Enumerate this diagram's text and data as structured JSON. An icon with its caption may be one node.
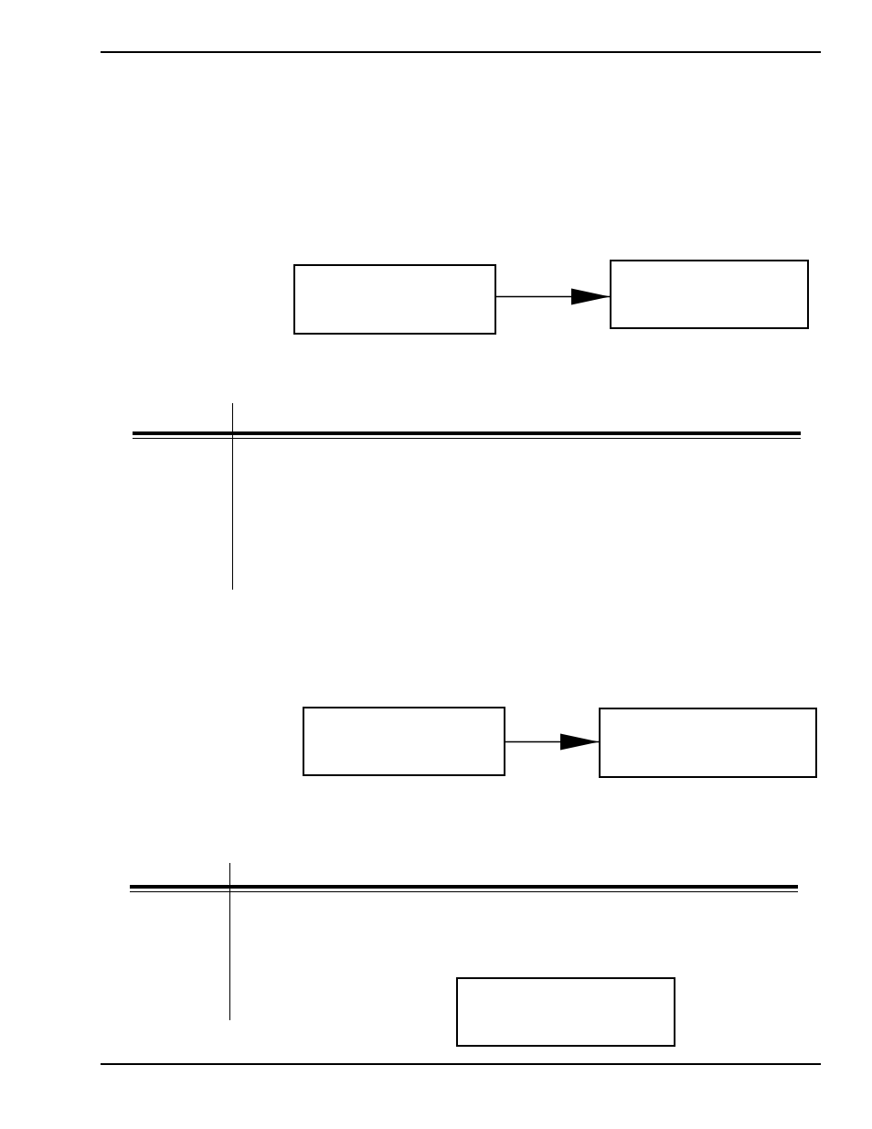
{
  "diagram": {
    "nodes": [
      {
        "text": [],
        "shape": "box"
      },
      {
        "text": [],
        "shape": "box"
      },
      {
        "text": [],
        "shape": "box"
      },
      {
        "text": [],
        "shape": "box"
      },
      {
        "text": [],
        "shape": "box"
      }
    ],
    "edges": [
      {
        "from": 0,
        "to": 1,
        "arrow": "to"
      },
      {
        "from": 2,
        "to": 3,
        "arrow": "to"
      }
    ]
  }
}
